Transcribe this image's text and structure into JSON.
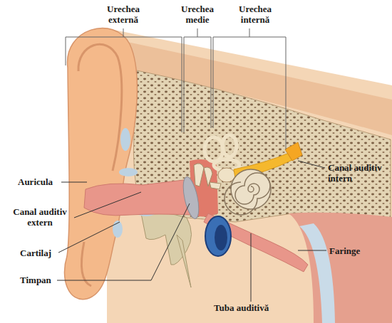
{
  "diagram": {
    "labels": [
      "Urechea externă",
      "Urechea medie",
      "Urechea internă",
      "Auricula",
      "Canal auditiv intern",
      "Canal auditiv extern",
      "Cartilaj",
      "Faringe",
      "Timpan",
      "Tuba auditivă"
    ]
  }
}
